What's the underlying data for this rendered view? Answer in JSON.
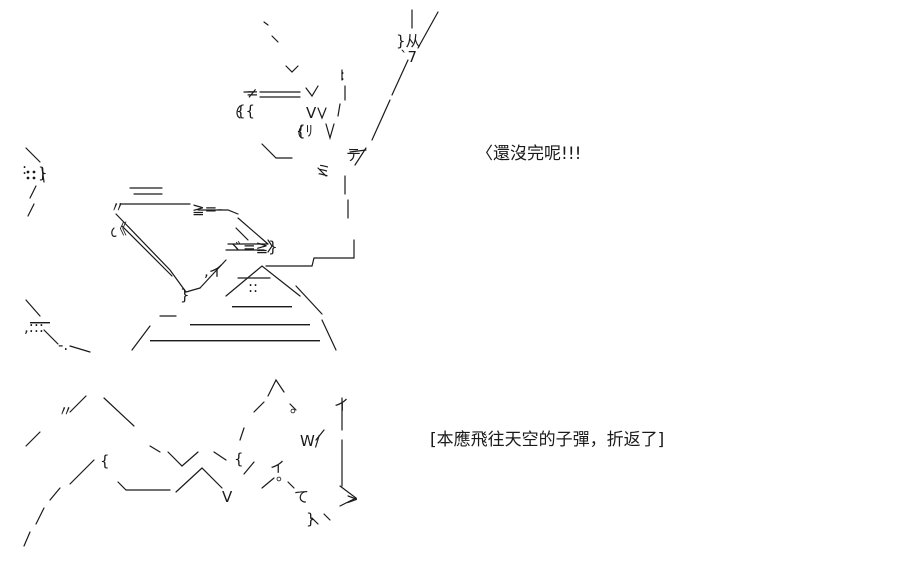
{
  "captions": {
    "line_1": "〈還沒完呢!!!",
    "line_2": "[本應飛往天空的子彈，折返了]"
  },
  "art": {
    "subject": "ascii-art-figure"
  }
}
